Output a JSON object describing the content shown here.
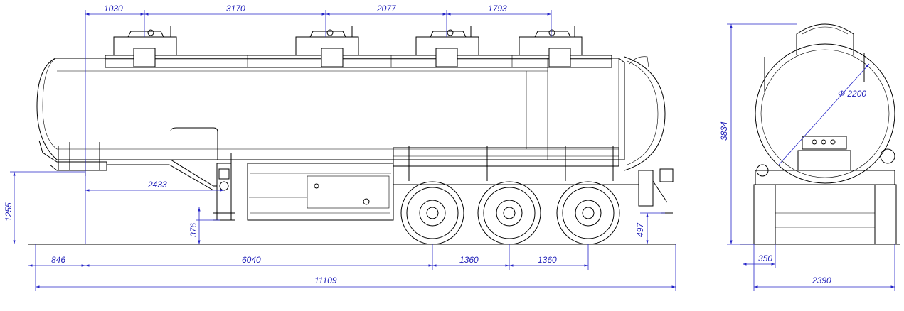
{
  "colors": {
    "drawing": "#000000",
    "dimension": "#2424c8",
    "background": "#ffffff"
  },
  "side_view": {
    "top_dims": [
      "1030",
      "3170",
      "2077",
      "1793"
    ],
    "dim_kingpin_to_front": "2433",
    "dim_overall_height_coupling": "1255",
    "dim_small_height": "376",
    "dim_rear_height": "497",
    "bottom_dims_row1": [
      "846",
      "6040",
      "1360",
      "1360"
    ],
    "overall_length": "11109"
  },
  "rear_view": {
    "height": "3834",
    "diameter": "Φ 2200",
    "wheel_offset": "350",
    "width": "2390"
  }
}
